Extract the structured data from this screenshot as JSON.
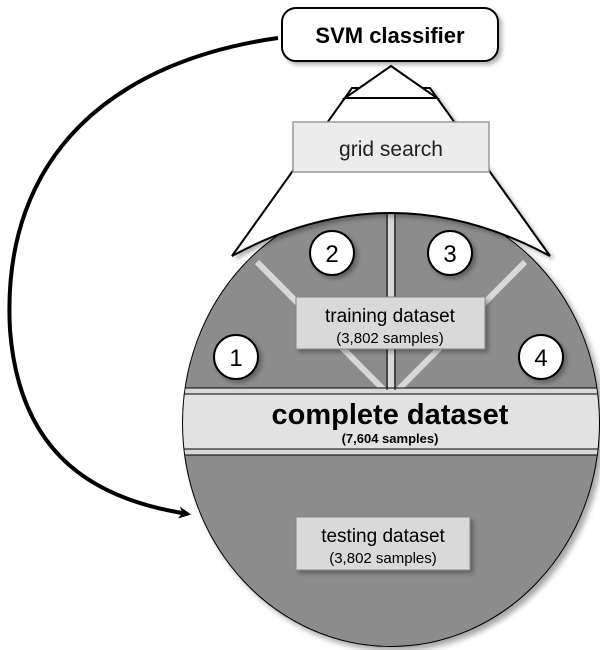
{
  "classifier": {
    "label": "SVM classifier"
  },
  "grid_search": {
    "label": "grid search"
  },
  "training": {
    "label": "training dataset",
    "count": "(3,802 samples)"
  },
  "complete": {
    "label": "complete dataset",
    "count": "(7,604 samples)"
  },
  "testing": {
    "label": "testing dataset",
    "count": "(3,802 samples)"
  },
  "folds": [
    "1",
    "2",
    "3",
    "4"
  ],
  "colors": {
    "segment_fill": "#8c8c8c",
    "band_fill": "#e0e0e0",
    "box_fill": "#d9d9d9",
    "outline": "#000000",
    "shadow": "#999999"
  }
}
